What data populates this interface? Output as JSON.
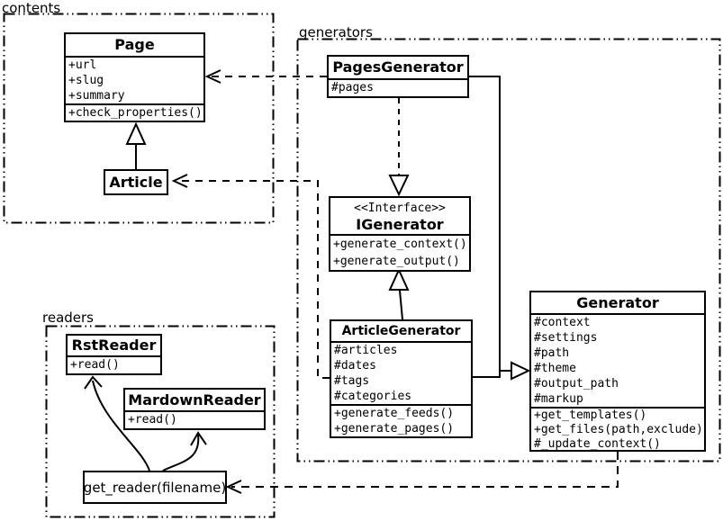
{
  "packages": {
    "contents": {
      "label": "contents"
    },
    "generators": {
      "label": "generators"
    },
    "readers": {
      "label": "readers"
    }
  },
  "classes": {
    "page": {
      "name": "Page",
      "attributes": [
        "+url",
        "+slug",
        "+summary"
      ],
      "methods": [
        "+check_properties()"
      ]
    },
    "article": {
      "name": "Article"
    },
    "pages_generator": {
      "name": "PagesGenerator",
      "attributes": [
        "#pages"
      ]
    },
    "igenerator": {
      "stereotype": "<<Interface>>",
      "name": "IGenerator",
      "methods": [
        "+generate_context()",
        "+generate_output()"
      ]
    },
    "article_generator": {
      "name": "ArticleGenerator",
      "attributes": [
        "#articles",
        "#dates",
        "#tags",
        "#categories"
      ],
      "methods": [
        "+generate_feeds()",
        "+generate_pages()"
      ]
    },
    "generator": {
      "name": "Generator",
      "attributes": [
        "#context",
        "#settings",
        "#path",
        "#theme",
        "#output_path",
        "#markup"
      ],
      "methods": [
        "+get_templates()",
        "+get_files(path,exclude)",
        "#_update_context()"
      ]
    },
    "rst_reader": {
      "name": "RstReader",
      "methods": [
        "+read()"
      ]
    },
    "mardown_reader": {
      "name": "MardownReader",
      "methods": [
        "+read()"
      ]
    },
    "get_reader": {
      "label": "get_reader(filename)"
    }
  },
  "relationships": [
    {
      "from": "Article",
      "to": "Page",
      "type": "generalization"
    },
    {
      "from": "PagesGenerator",
      "to": "Page",
      "type": "dependency"
    },
    {
      "from": "ArticleGenerator",
      "to": "Article",
      "type": "dependency"
    },
    {
      "from": "PagesGenerator",
      "to": "IGenerator",
      "type": "realization"
    },
    {
      "from": "ArticleGenerator",
      "to": "IGenerator",
      "type": "generalization"
    },
    {
      "from": "PagesGenerator",
      "to": "Generator",
      "type": "generalization"
    },
    {
      "from": "ArticleGenerator",
      "to": "Generator",
      "type": "generalization"
    },
    {
      "from": "Generator",
      "to": "get_reader(filename)",
      "type": "dependency"
    },
    {
      "from": "get_reader(filename)",
      "to": "RstReader",
      "type": "association"
    },
    {
      "from": "get_reader(filename)",
      "to": "MardownReader",
      "type": "association"
    }
  ],
  "colors": {
    "stroke": "#000000",
    "background": "#ffffff"
  }
}
